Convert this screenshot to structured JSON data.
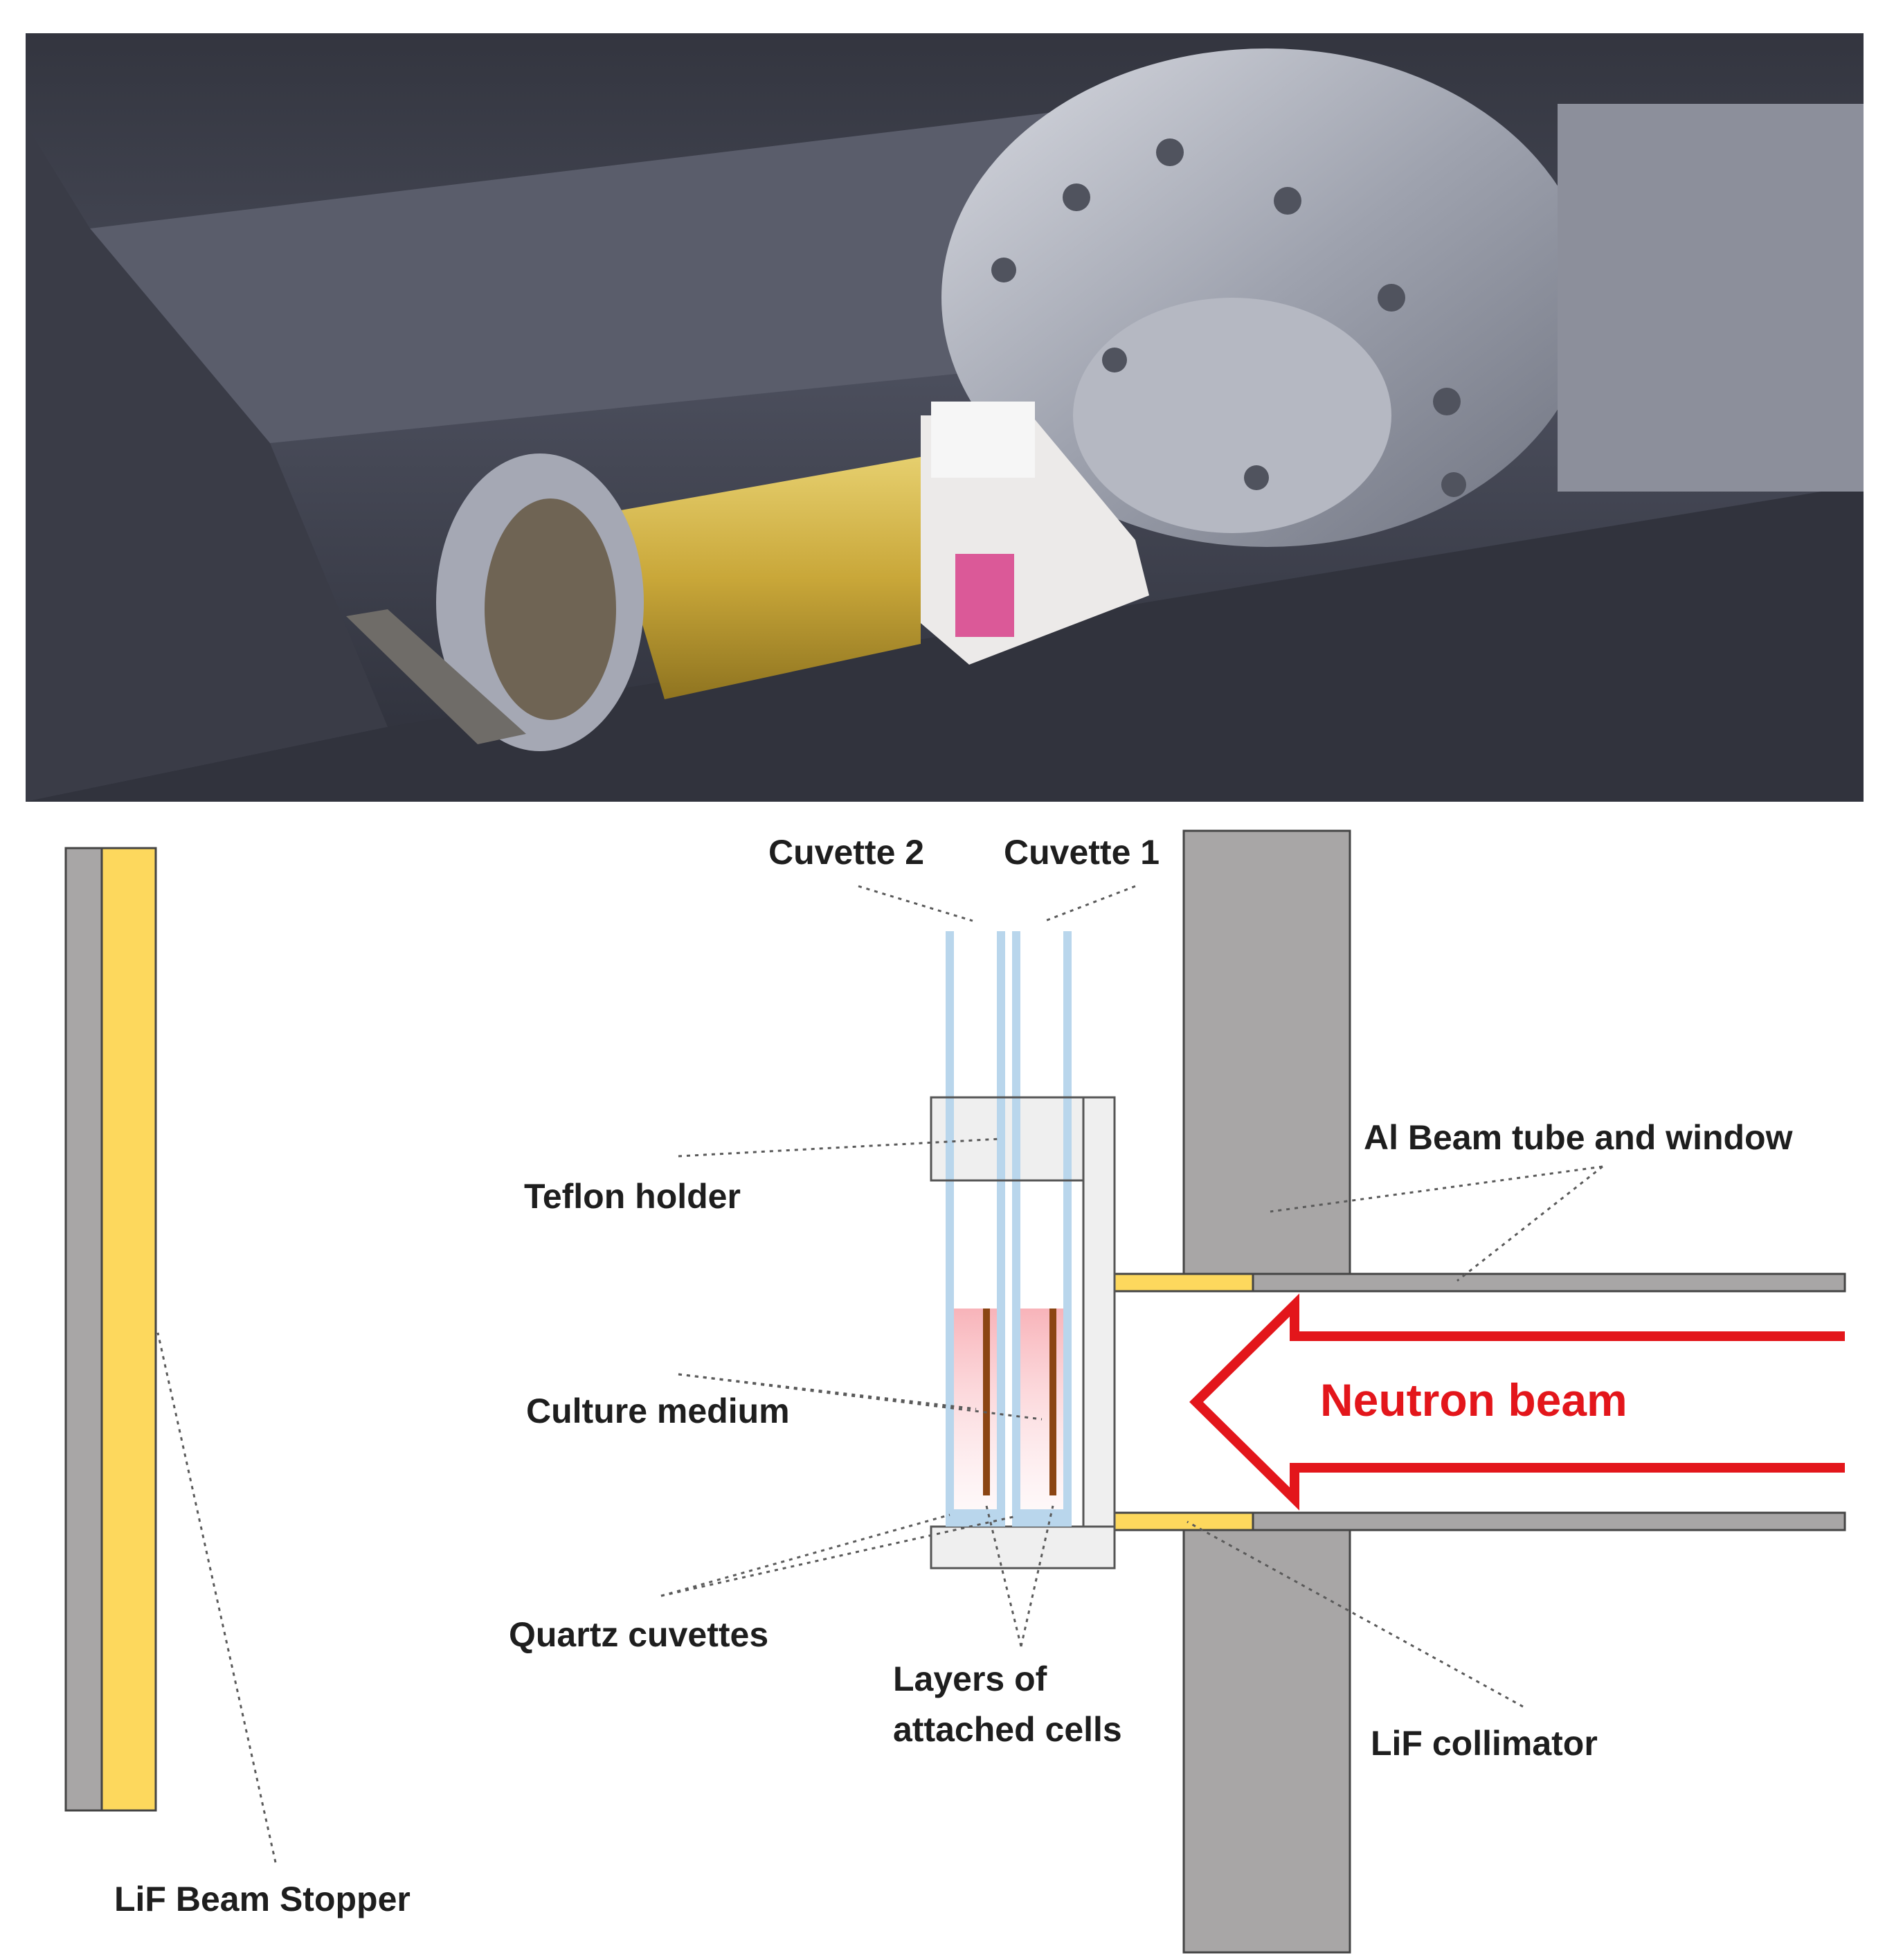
{
  "photo": {
    "description_icon": "experimental-setup-photo"
  },
  "labels": {
    "cuvette_2": "Cuvette 2",
    "cuvette_1": "Cuvette 1",
    "al_beam_tube": "Al Beam tube and window",
    "teflon_holder": "Teflon holder",
    "culture_medium": "Culture medium",
    "neutron_beam": "Neutron beam",
    "quartz_cuvettes": "Quartz cuvettes",
    "layers_line1": "Layers of",
    "layers_line2": "attached cells",
    "lif_collimator": "LiF collimator",
    "lif_beam_stopper": "LiF Beam Stopper"
  },
  "colors": {
    "lif_yellow": "#fdd85d",
    "aluminium_grey": "#a8a6a6",
    "quartz_blue": "#b9d6ec",
    "teflon_grey": "#efefef",
    "cell_layer_brown": "#8b4513",
    "medium_pink": "#f7a6ad",
    "beam_red": "#e3161b"
  }
}
